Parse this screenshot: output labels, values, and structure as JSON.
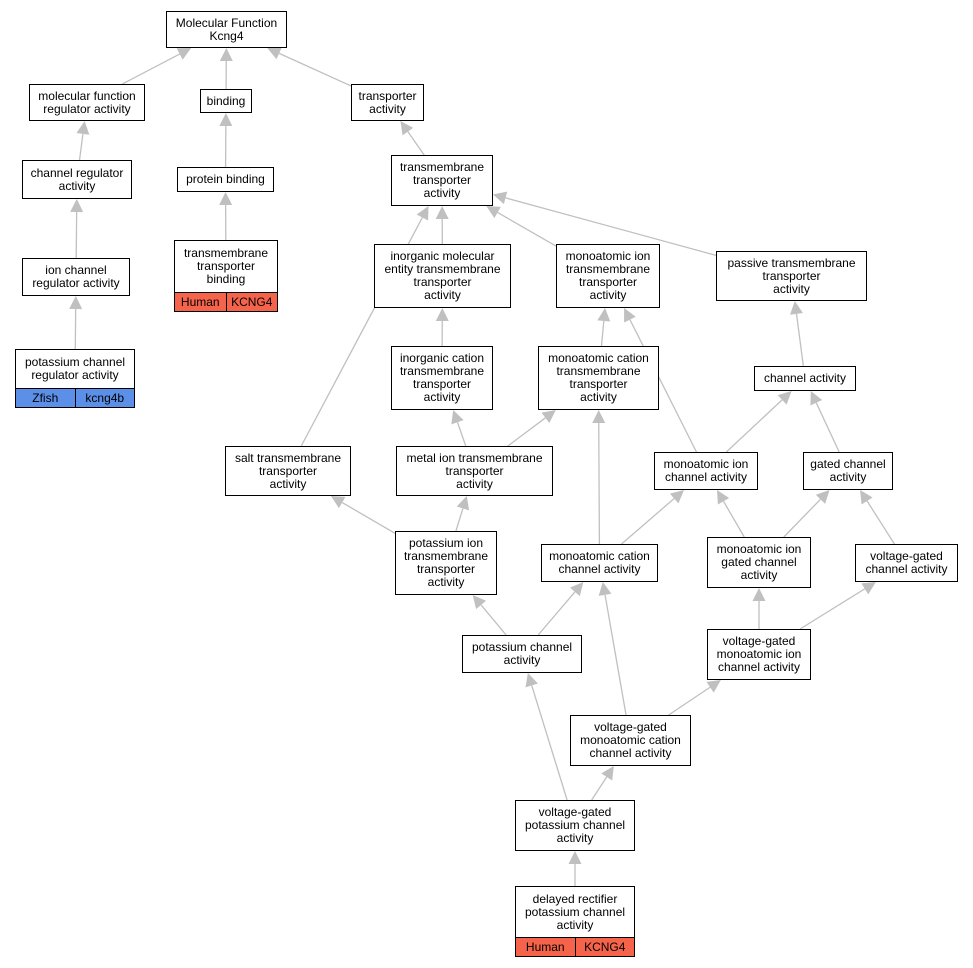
{
  "colors": {
    "edge": "#c0c0c0",
    "human": "#f4634a",
    "zfish": "#5b8fe8"
  },
  "nodes": {
    "mf_kcng4": {
      "label": "Molecular Function\nKcng4"
    },
    "mf_regulator": {
      "label": "molecular function\nregulator activity"
    },
    "binding": {
      "label": "binding"
    },
    "transporter": {
      "label": "transporter\nactivity"
    },
    "channel_regulator": {
      "label": "channel regulator\nactivity"
    },
    "protein_binding": {
      "label": "protein binding"
    },
    "tm_transporter": {
      "label": "transmembrane\ntransporter\nactivity"
    },
    "ion_channel_regulator": {
      "label": "ion channel\nregulator activity"
    },
    "tm_transporter_binding": {
      "label": "transmembrane\ntransporter\nbinding",
      "species": "Human",
      "gene": "KCNG4",
      "color": "human"
    },
    "inorganic_mol_tm": {
      "label": "inorganic molecular\nentity transmembrane\ntransporter\nactivity"
    },
    "monoatomic_ion_tm": {
      "label": "monoatomic ion\ntransmembrane\ntransporter\nactivity"
    },
    "passive_tm": {
      "label": "passive transmembrane\ntransporter\nactivity"
    },
    "k_channel_regulator": {
      "label": "potassium channel\nregulator activity",
      "species": "Zfish",
      "gene": "kcng4b",
      "color": "zfish"
    },
    "inorganic_cation_tm": {
      "label": "inorganic cation\ntransmembrane\ntransporter\nactivity"
    },
    "monoatomic_cation_tm": {
      "label": "monoatomic cation\ntransmembrane\ntransporter\nactivity"
    },
    "channel_activity": {
      "label": "channel activity"
    },
    "salt_tm": {
      "label": "salt transmembrane\ntransporter\nactivity"
    },
    "metal_ion_tm": {
      "label": "metal ion transmembrane\ntransporter\nactivity"
    },
    "monoatomic_ion_channel": {
      "label": "monoatomic ion\nchannel activity"
    },
    "gated_channel": {
      "label": "gated channel\nactivity"
    },
    "k_ion_tm": {
      "label": "potassium ion\ntransmembrane\ntransporter\nactivity"
    },
    "monoatomic_cation_channel": {
      "label": "monoatomic cation\nchannel activity"
    },
    "monoatomic_ion_gated": {
      "label": "monoatomic ion\ngated channel\nactivity"
    },
    "vg_channel": {
      "label": "voltage-gated\nchannel activity"
    },
    "k_channel": {
      "label": "potassium channel\nactivity"
    },
    "vg_monoatomic_ion": {
      "label": "voltage-gated\nmonoatomic ion\nchannel activity"
    },
    "vg_monoatomic_cation": {
      "label": "voltage-gated\nmonoatomic cation\nchannel activity"
    },
    "vg_k_channel": {
      "label": "voltage-gated\npotassium channel\nactivity"
    },
    "delayed_rectifier": {
      "label": "delayed rectifier\npotassium channel\nactivity",
      "species": "Human",
      "gene": "KCNG4",
      "color": "human"
    }
  },
  "edges": [
    [
      "mf_regulator",
      "mf_kcng4"
    ],
    [
      "binding",
      "mf_kcng4"
    ],
    [
      "transporter",
      "mf_kcng4"
    ],
    [
      "channel_regulator",
      "mf_regulator"
    ],
    [
      "ion_channel_regulator",
      "channel_regulator"
    ],
    [
      "k_channel_regulator",
      "ion_channel_regulator"
    ],
    [
      "protein_binding",
      "binding"
    ],
    [
      "tm_transporter_binding",
      "protein_binding"
    ],
    [
      "tm_transporter",
      "transporter"
    ],
    [
      "inorganic_mol_tm",
      "tm_transporter"
    ],
    [
      "monoatomic_ion_tm",
      "tm_transporter"
    ],
    [
      "passive_tm",
      "tm_transporter"
    ],
    [
      "salt_tm",
      "tm_transporter"
    ],
    [
      "inorganic_cation_tm",
      "inorganic_mol_tm"
    ],
    [
      "monoatomic_cation_tm",
      "monoatomic_ion_tm"
    ],
    [
      "monoatomic_ion_channel",
      "monoatomic_ion_tm"
    ],
    [
      "channel_activity",
      "passive_tm"
    ],
    [
      "metal_ion_tm",
      "inorganic_cation_tm"
    ],
    [
      "metal_ion_tm",
      "monoatomic_cation_tm"
    ],
    [
      "monoatomic_cation_channel",
      "monoatomic_cation_tm"
    ],
    [
      "monoatomic_ion_channel",
      "channel_activity"
    ],
    [
      "gated_channel",
      "channel_activity"
    ],
    [
      "k_ion_tm",
      "salt_tm"
    ],
    [
      "k_ion_tm",
      "metal_ion_tm"
    ],
    [
      "monoatomic_cation_channel",
      "monoatomic_ion_channel"
    ],
    [
      "monoatomic_ion_gated",
      "monoatomic_ion_channel"
    ],
    [
      "monoatomic_ion_gated",
      "gated_channel"
    ],
    [
      "vg_channel",
      "gated_channel"
    ],
    [
      "k_channel",
      "k_ion_tm"
    ],
    [
      "k_channel",
      "monoatomic_cation_channel"
    ],
    [
      "vg_monoatomic_cation",
      "monoatomic_cation_channel"
    ],
    [
      "vg_monoatomic_ion",
      "monoatomic_ion_gated"
    ],
    [
      "vg_monoatomic_ion",
      "vg_channel"
    ],
    [
      "vg_monoatomic_cation",
      "vg_monoatomic_ion"
    ],
    [
      "vg_k_channel",
      "k_channel"
    ],
    [
      "vg_k_channel",
      "vg_monoatomic_cation"
    ],
    [
      "delayed_rectifier",
      "vg_k_channel"
    ]
  ]
}
